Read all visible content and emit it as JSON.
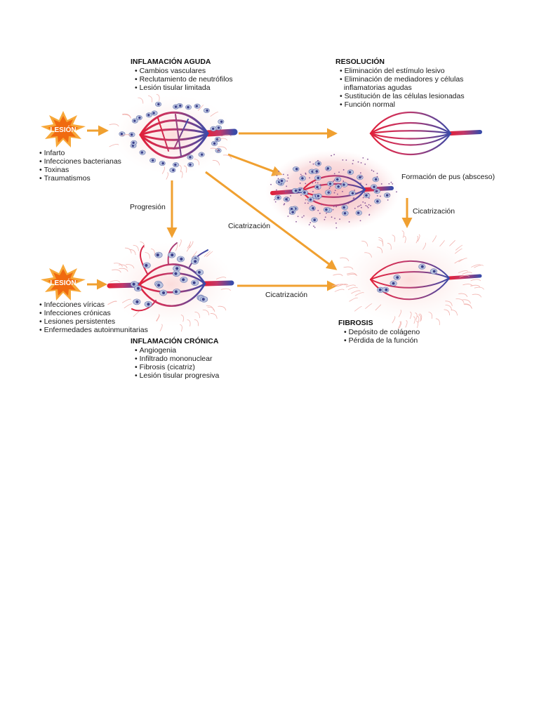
{
  "colors": {
    "arrow": "#f0a030",
    "artery": "#e0213a",
    "vein": "#3a4aa8",
    "burst_outer": "#f7a83a",
    "burst_inner": "#f06a10",
    "halo_pink": "#f6c3c6",
    "cell_fill": "#b9c3df",
    "cell_nucleus": "#3b3f8a"
  },
  "injury_top": {
    "label": "LESIÓN",
    "causes": [
      "Infarto",
      "Infecciones bacterianas",
      "Toxinas",
      "Traumatismos"
    ]
  },
  "injury_bottom": {
    "label": "LESIÓN",
    "causes": [
      "Infecciones víricas",
      "Infecciones crónicas",
      "Lesiones persistentes",
      "Enfermedades autoinmunitarias"
    ]
  },
  "acute": {
    "title": "INFLAMACIÓN AGUDA",
    "items": [
      "Cambios vasculares",
      "Reclutamiento de neutrófilos",
      "Lesión tisular limitada"
    ]
  },
  "resolution": {
    "title": "RESOLUCIÓN",
    "items": [
      "Eliminación del estímulo lesivo",
      "Eliminación de mediadores y células",
      "inflamatorias agudas",
      "Sustitución de las células lesionadas",
      "Función normal"
    ]
  },
  "abscess": {
    "label": "Formación de pus (absceso)"
  },
  "chronic": {
    "title": "INFLAMACIÓN CRÓNICA",
    "items": [
      "Angiogenia",
      "Infiltrado mononuclear",
      "Fibrosis (cicatriz)",
      "Lesión tisular progresiva"
    ]
  },
  "fibrosis": {
    "title": "FIBROSIS",
    "items": [
      "Depósito de colágeno",
      "Pérdida de la función"
    ]
  },
  "arrows": {
    "progression": "Progresión",
    "scar_diagonal": "Cicatrización",
    "scar_abscess": "Cicatrización",
    "scar_chronic": "Cicatrización"
  }
}
